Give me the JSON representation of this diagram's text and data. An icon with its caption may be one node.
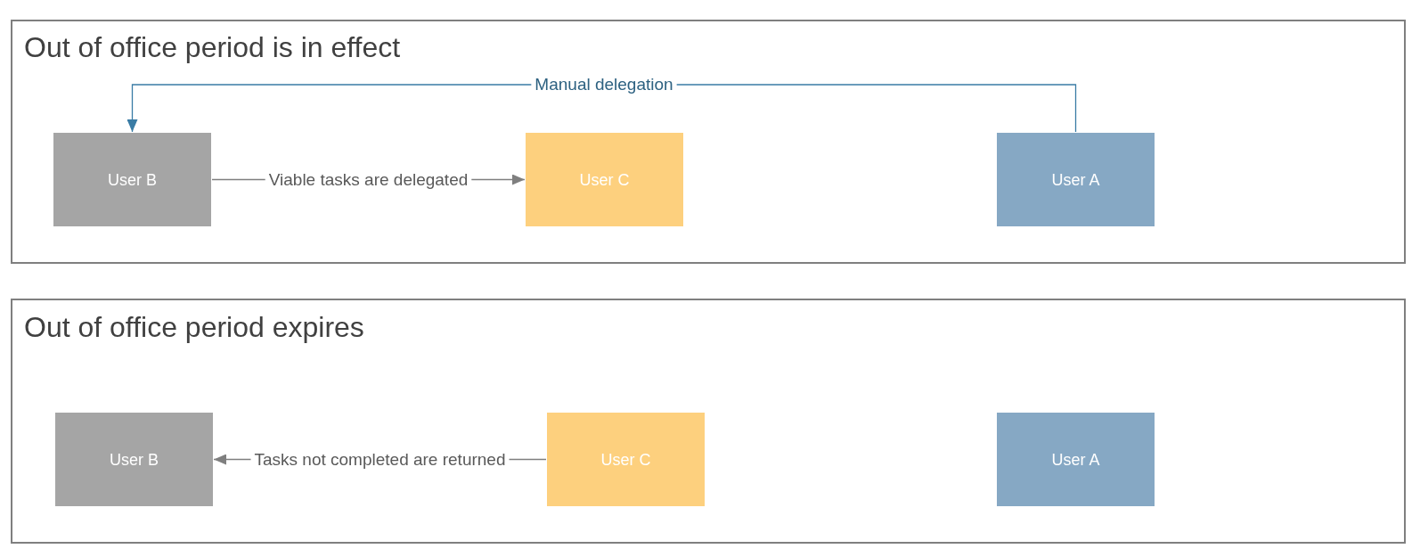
{
  "diagram": {
    "nodes": [
      {
        "text": [
          "Out of office period is in effect"
        ]
      },
      {
        "text": [
          "User B"
        ],
        "in": 0
      },
      {
        "text": [
          "User C"
        ],
        "in": 0
      },
      {
        "text": [
          "User A"
        ],
        "in": 0
      },
      {
        "text": [
          "Out of office period expires"
        ]
      },
      {
        "text": [
          "User B"
        ],
        "in": 4
      },
      {
        "text": [
          "User C"
        ],
        "in": 4
      },
      {
        "text": [
          "User A"
        ],
        "in": 4
      }
    ],
    "edges": [
      {
        "from": 3,
        "to": 1,
        "arrow": "to",
        "label": "Manual delegation",
        "color": "#3a7ca5"
      },
      {
        "from": 1,
        "to": 2,
        "arrow": "to",
        "label": "Viable tasks are delegated"
      },
      {
        "from": 6,
        "to": 5,
        "arrow": "to",
        "label": "Tasks not completed are returned"
      }
    ]
  }
}
